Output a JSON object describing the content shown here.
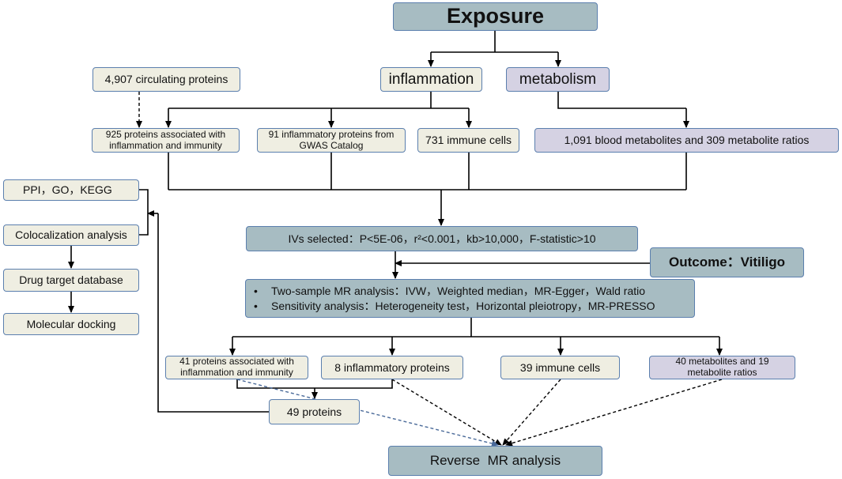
{
  "nodes": {
    "exposure": "Exposure",
    "inflammation": "inflammation",
    "metabolism": "metabolism",
    "circulating_proteins": "4,907 circulating proteins",
    "proteins_925": "925 proteins associated with inflammation and immunity",
    "inflammatory_91": "91 inflammatory proteins from GWAS Catalog",
    "immune_731": "731 immune cells",
    "metabolites_1091": "1,091 blood metabolites and 309 metabolite ratios",
    "ppi": "PPI，GO，KEGG",
    "colocalization": "Colocalization analysis",
    "drug_target": "Drug target database",
    "docking": "Molecular docking",
    "ivs_selected": "IVs selected：P<5E-06，r²<0.001，kb>10,000，F-statistic>10",
    "outcome": "Outcome：Vitiligo",
    "mr_methods": [
      "Two-sample MR analysis：IVW，Weighted median，MR-Egger，Wald ratio",
      "Sensitivity analysis：Heterogeneity test，Horizontal pleiotropy，MR-PRESSO"
    ],
    "proteins_41": "41 proteins associated with inflammation and immunity",
    "inflammatory_8": "8 inflammatory proteins",
    "immune_39": "39 immune cells",
    "metabolites_40": "40 metabolites and 19 metabolite ratios",
    "proteins_49": "49 proteins",
    "reverse_mr": "Reverse  MR analysis"
  },
  "colors": {
    "cream_fill": "#efeee2",
    "teal_fill": "#a7bcc2",
    "lavender_fill": "#d5d2e3",
    "box_border": "#5b7fae",
    "arrow": "#000000",
    "blue_dashed_arrow": "#4a6a99"
  }
}
